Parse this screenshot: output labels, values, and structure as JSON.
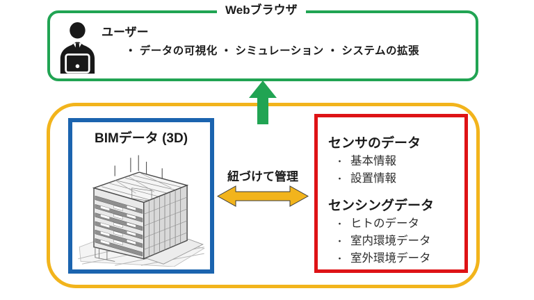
{
  "colors": {
    "green": "#21a453",
    "gold": "#f2b41c",
    "blue": "#1b64af",
    "red": "#de1316",
    "text": "#1a1a1a"
  },
  "bullet": "・",
  "browser_box": {
    "title": "Webブラウザ",
    "user_label": "ユーザー",
    "features": "・ データの可視化 ・ シミュレーション ・ システムの拡張"
  },
  "platform_box": {
    "bim_box": {
      "title": "BIMデータ (3D)"
    },
    "link_label": "紐づけて管理",
    "sensor_box": {
      "sections": [
        {
          "heading": "センサのデータ",
          "items": [
            "基本情報",
            "設置情報"
          ]
        },
        {
          "heading": "センシングデータ",
          "items": [
            "ヒトのデータ",
            "室内環境データ",
            "室外環境データ"
          ]
        }
      ]
    }
  },
  "icons": {
    "user": "user-with-laptop-icon",
    "up_arrow": "up-arrow-icon",
    "link_arrow": "double-headed-arrow-icon"
  }
}
